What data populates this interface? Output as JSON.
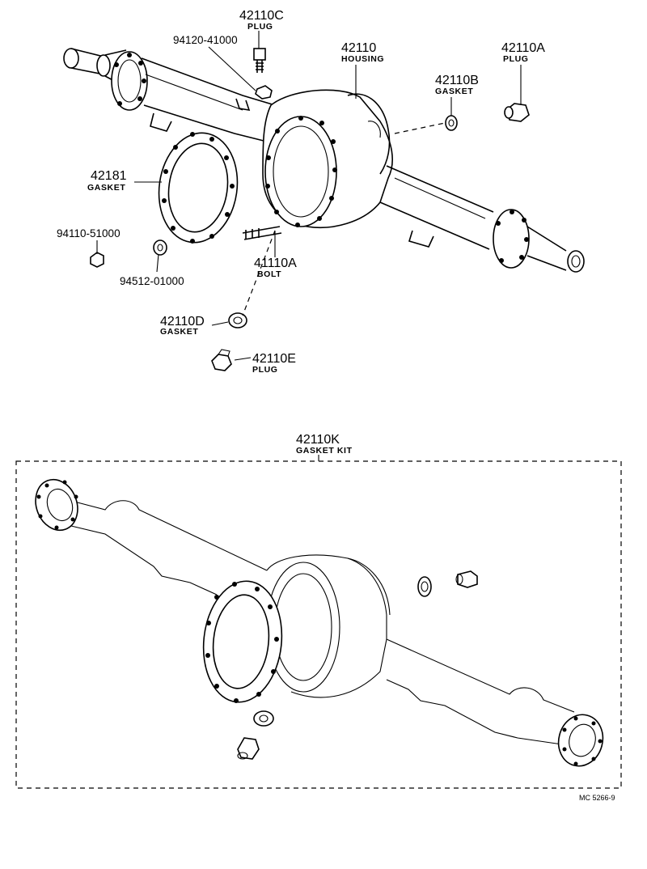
{
  "parts": {
    "p42110c": {
      "number": "42110C",
      "name": "PLUG"
    },
    "p94120": {
      "number": "94120-41000"
    },
    "p42110": {
      "number": "42110",
      "name": "HOUSING"
    },
    "p42110a": {
      "number": "42110A",
      "name": "PLUG"
    },
    "p42110b": {
      "number": "42110B",
      "name": "GASKET"
    },
    "p42181": {
      "number": "42181",
      "name": "GASKET"
    },
    "p94110": {
      "number": "94110-51000"
    },
    "p94512": {
      "number": "94512-01000"
    },
    "p41110a": {
      "number": "41110A",
      "name": "BOLT"
    },
    "p42110d": {
      "number": "42110D",
      "name": "GASKET"
    },
    "p42110e": {
      "number": "42110E",
      "name": "PLUG"
    },
    "p42110k": {
      "number": "42110K",
      "name": "GASKET KIT"
    }
  },
  "diagram_code": "MC 5266-9",
  "icons": [
    "axle-housing-icon",
    "gasket-icon",
    "plug-icon",
    "bolt-icon",
    "nut-icon",
    "washer-icon"
  ]
}
